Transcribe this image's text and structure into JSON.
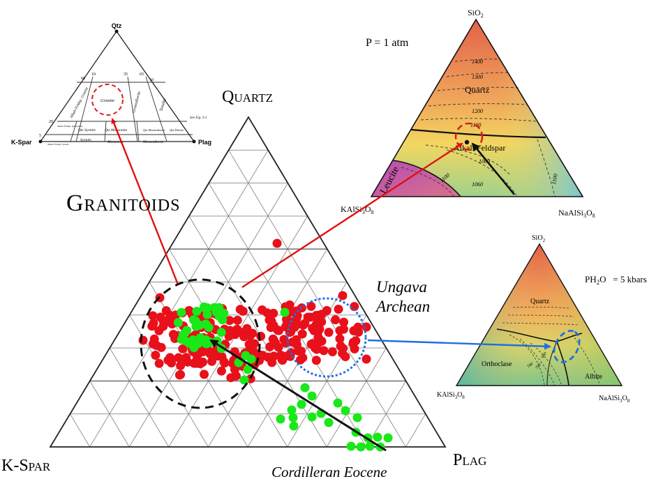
{
  "main": {
    "vertex_top": "Quartz",
    "vertex_left": "K-Spar",
    "vertex_right": "Plag",
    "title": "Granitoids",
    "ungava_line1": "Ungava",
    "ungava_line2": "Archean",
    "cordilleran": "Cordilleran Eocene"
  },
  "colors": {
    "red_points": "#e8101a",
    "green_points": "#19e819",
    "arrow_red": "#e01010",
    "arrow_blue": "#1f6fe0",
    "granitoid_circle": "#000000",
    "ungava_circle": "#1e6fe6"
  },
  "qap": {
    "apex": "Qtz",
    "left": "K-Spar",
    "right": "Plag",
    "num_60": "60",
    "num_20": "20",
    "num_5": "5",
    "num_10a": "10",
    "num_35": "35",
    "num_65": "65",
    "num_10b": "10",
    "fields": {
      "alkali_granite": "Alkali-Feldsp. Granite",
      "granite": "Granite",
      "granodiorite": "Granodiorite",
      "tonalite": "Tonalite",
      "qtz_syenite": "Qtz Syenite",
      "qtz_monzonite": "Qtz Monzonite",
      "qtz_monzodiorite": "Qtz Monzodiorite",
      "qtz_diorite": "Qtz Diorite",
      "syenite": "Syenite",
      "monzonite": "Monzonite",
      "monzodiorite": "Monzodiorite",
      "alkali_syenite": "Alkali-Feldsp. Syenite",
      "alkali_qtz_syenite": "Alkali-Feldsp. Qtz Syenite"
    },
    "see_fig": "See Fig. 3-2"
  },
  "phase1": {
    "pressure": "P = 1 atm",
    "apex": "SiO",
    "apex_sub": "2",
    "left_label": "KAlSi",
    "left_sub1": "3",
    "left_o": "O",
    "left_sub2": "8",
    "right_label": "NaAlSi",
    "right_sub1": "3",
    "right_o": "O",
    "right_sub2": "8",
    "field_quartz": "Quartz",
    "field_alkfeldspar": "Alkali Feldspar",
    "field_leucite": "Leucite",
    "isotherms": [
      "1400",
      "1300",
      "1200",
      "1100",
      "1000",
      "1060",
      "1100",
      "1100"
    ]
  },
  "phase2": {
    "pressure": "PH",
    "pressure_sub": "2",
    "pressure_rest": "O   = 5 kbars",
    "apex": "SiO",
    "apex_sub": "2",
    "left_label": "KAlSi",
    "left_sub1": "3",
    "left_o": "O",
    "left_sub2": "8",
    "right_label": "NaAlSi",
    "right_sub1": "3",
    "right_o": "O",
    "right_sub2": "8",
    "field_quartz": "Quartz",
    "field_orthoclase": "Orthoclase",
    "field_albite": "Albite",
    "isotherms": [
      "660",
      "700",
      "740"
    ]
  }
}
